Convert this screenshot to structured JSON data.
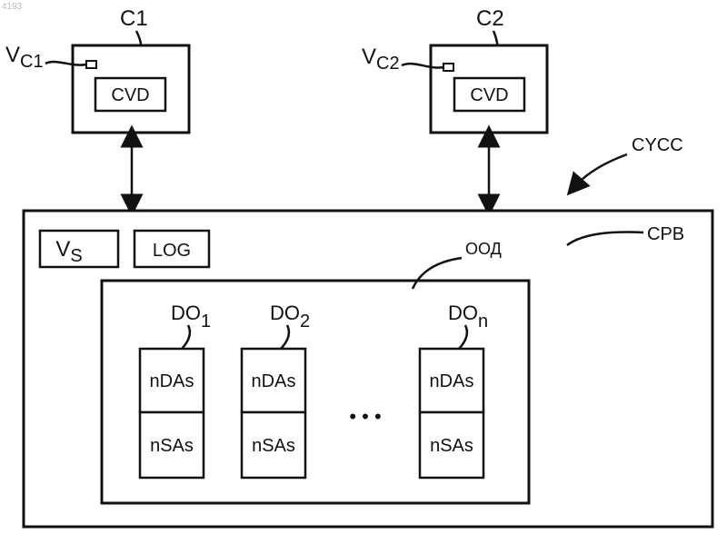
{
  "watermark": "4193",
  "clients": [
    {
      "name": "C1",
      "version_main": "V",
      "version_sub": "C1",
      "cvd": "CVD"
    },
    {
      "name": "C2",
      "version_main": "V",
      "version_sub": "C2",
      "cvd": "CVD"
    }
  ],
  "system_label": "CYCC",
  "server_label": "CPB",
  "server_version_main": "V",
  "server_version_sub": "S",
  "log_label": "LOG",
  "object_store_label": "ООД",
  "objects": [
    {
      "main": "DO",
      "sub": "1",
      "top": "nDAs",
      "bottom": "nSAs"
    },
    {
      "main": "DO",
      "sub": "2",
      "top": "nDAs",
      "bottom": "nSAs"
    },
    {
      "main": "DO",
      "sub": "n",
      "top": "nDAs",
      "bottom": "nSAs"
    }
  ],
  "ellipsis": "• • •"
}
